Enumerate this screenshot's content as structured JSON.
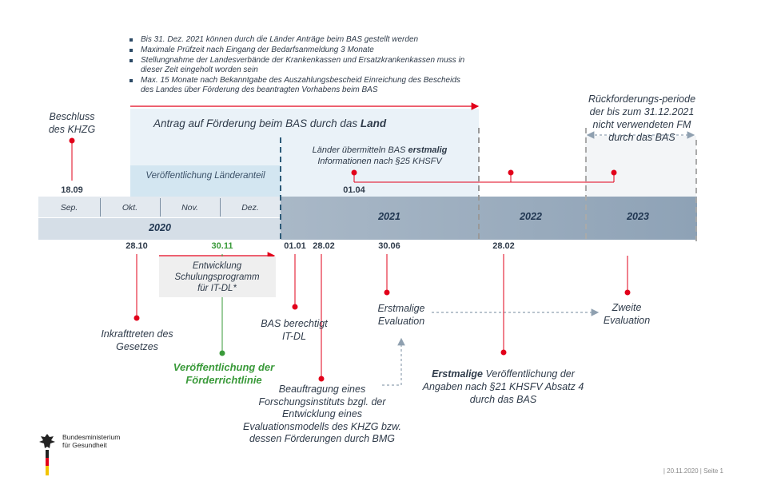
{
  "bullets": [
    "Bis 31. Dez. 2021 können durch die Länder Anträge beim BAS gestellt werden",
    "Maximale Prüfzeit nach Eingang der Bedarfsanmeldung 3 Monate",
    "Stellungnahme der Landesverbände der Krankenkassen und Ersatzkrankenkassen muss in dieser Zeit eingeholt worden sein",
    "Max. 15 Monate nach Bekanntgabe des Auszahlungsbescheid Einreichung des Bescheids des Landes über Förderung des beantragten Vorhabens beim BAS"
  ],
  "antrag": {
    "prefix": "Antrag auf Förderung beim BAS durch das ",
    "bold": "Land"
  },
  "laenderanteil": "Veröffentlichung Länderanteil",
  "uebermitteln": {
    "l1a": "Länder übermitteln BAS ",
    "l1b": "erstmalig",
    "l2": "Informationen nach §25 KHSFV"
  },
  "rueckforderung": "Rückforderungs-periode der bis zum 31.12.2021 nicht verwendeten FM durch das BAS",
  "beschluss": "Beschluss des KHZG",
  "months": [
    "Sep.",
    "Okt.",
    "Nov.",
    "Dez."
  ],
  "years": [
    "2020",
    "2021",
    "2022",
    "2023"
  ],
  "dates_top": {
    "d1809": "18.09",
    "d0104": "01.04"
  },
  "dates_bottom": {
    "d2810": "28.10",
    "d3011": "30.11",
    "d0101": "01.01",
    "d0202": "28.02",
    "d3006": "30.06",
    "d2802b": "28.02"
  },
  "schulung": "Entwicklung Schulungsprogramm für IT-DL*",
  "inkraft": "Inkrafttreten des Gesetzes",
  "richtlinie": "Veröffentlichung der Förderrichtlinie",
  "bas_it": "BAS berechtigt IT-DL",
  "beauftragung": "Beauftragung eines Forschungsinstituts bzgl. der Entwicklung eines Evaluationsmodells des KHZG bzw. dessen Förderungen durch BMG",
  "eval1": "Erstmalige Evaluation",
  "veroeff": {
    "bold": "Erstmalige",
    "rest": " Veröffentlichung der Angaben nach §21 KHSFV Absatz 4 durch das BAS"
  },
  "eval2": "Zweite Evaluation",
  "ministry": {
    "l1": "Bundesministerium",
    "l2": "für Gesundheit"
  },
  "footer": "| 20.11.2020 | Seite 1",
  "colors": {
    "red": "#e2001a",
    "green": "#3a9a3a",
    "bar_light": "#d4dde6",
    "bar_dark": "#8fa3b6",
    "panel": "#e8f1f7"
  }
}
